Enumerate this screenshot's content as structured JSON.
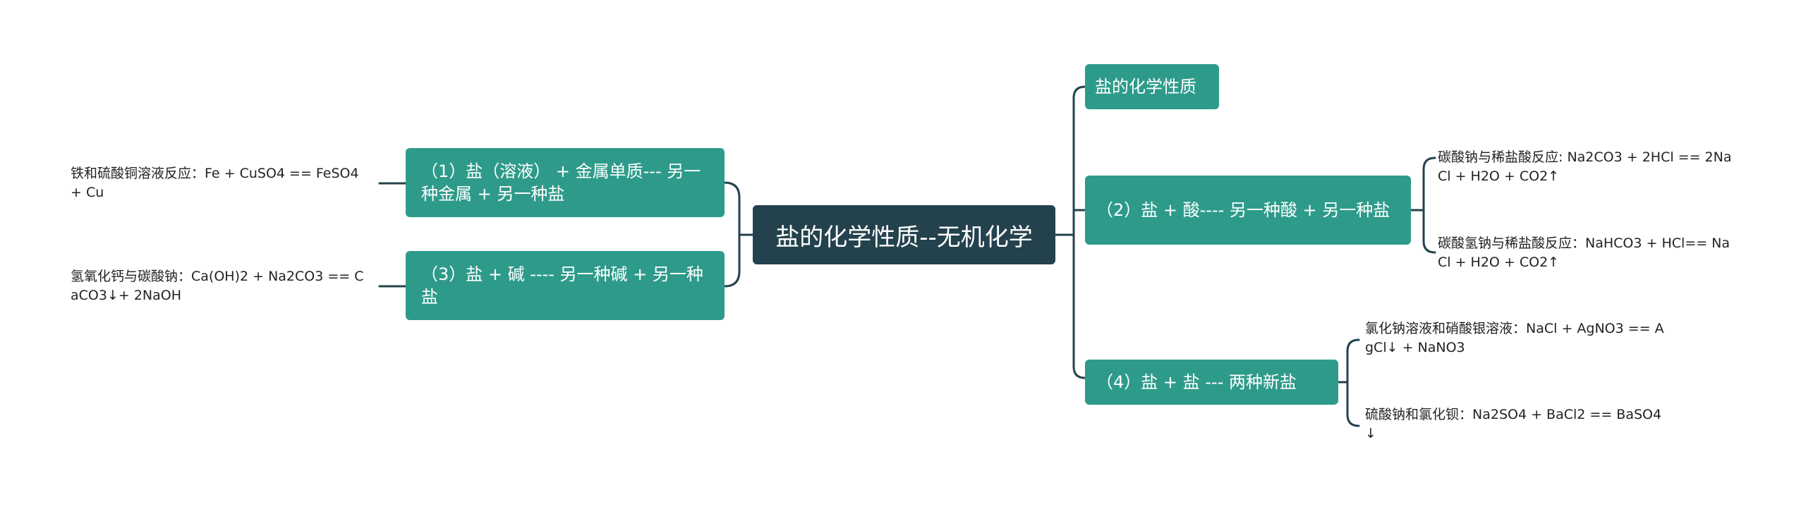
{
  "root": {
    "label": "盐的化学性质--无机化学"
  },
  "branches": {
    "b1": {
      "label": "（1）盐（溶液） + 金属单质--- 另一种金属 + 另一种盐"
    },
    "b3": {
      "label": "（3）盐 + 碱 ---- 另一种碱 + 另一种盐"
    },
    "top": {
      "label": "盐的化学性质"
    },
    "b2": {
      "label": "（2）盐 + 酸---- 另一种酸 + 另一种盐"
    },
    "b4": {
      "label": "（4）盐 + 盐 --- 两种新盐"
    }
  },
  "leaves": {
    "l1": "铁和硫酸铜溶液反应：Fe + CuSO4 == FeSO4 + Cu",
    "l3": "氢氧化钙与碳酸钠：Ca(OH)2 + Na2CO3 == CaCO3↓+ 2NaOH",
    "l2a": "碳酸钠与稀盐酸反应: Na2CO3 + 2HCl == 2NaCl + H2O + CO2↑",
    "l2b": "碳酸氢钠与稀盐酸反应：NaHCO3 + HCl== NaCl + H2O + CO2↑",
    "l4a": "氯化钠溶液和硝酸银溶液：NaCl + AgNO3 == AgCl↓ + NaNO3",
    "l4b": "硫酸钠和氯化钡：Na2SO4 + BaCl2 == BaSO4↓"
  },
  "colors": {
    "root_bg": "#24424d",
    "branch_bg": "#2e9b8a",
    "line": "#24424d"
  }
}
